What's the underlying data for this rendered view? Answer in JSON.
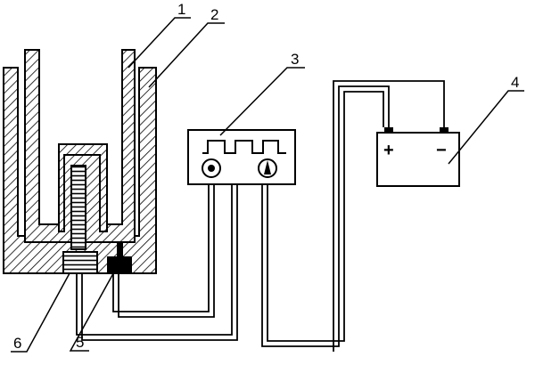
{
  "labels": [
    "1",
    "2",
    "3",
    "4",
    "5",
    "6"
  ],
  "battery": {
    "plus": "+",
    "minus": "−"
  },
  "colors": {
    "ink": "#000000",
    "background": "#ffffff"
  }
}
